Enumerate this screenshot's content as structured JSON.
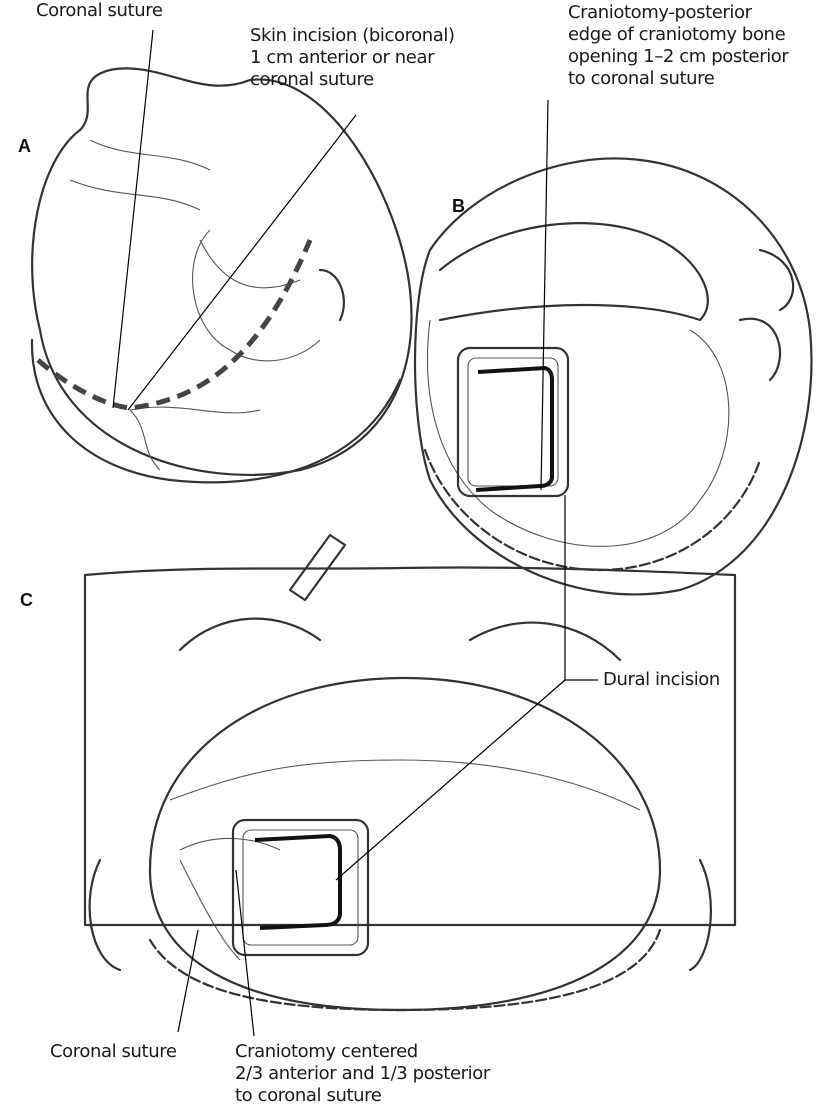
{
  "panels": {
    "a": "A",
    "b": "B",
    "c": "C"
  },
  "labels": {
    "coronal_suture_top": "Coronal suture",
    "skin_incision": [
      "Skin incision (bicoronal)",
      "1 cm anterior or near",
      "coronal suture"
    ],
    "craniotomy_posterior": [
      "Craniotomy-posterior",
      "edge of craniotomy bone",
      "opening 1–2 cm posterior",
      "to coronal suture"
    ],
    "dural_incision": "Dural incision",
    "coronal_suture_bottom": "Coronal suture",
    "craniotomy_centered": [
      "Craniotomy centered",
      "2/3 anterior and 1/3 posterior",
      "to coronal suture"
    ]
  }
}
